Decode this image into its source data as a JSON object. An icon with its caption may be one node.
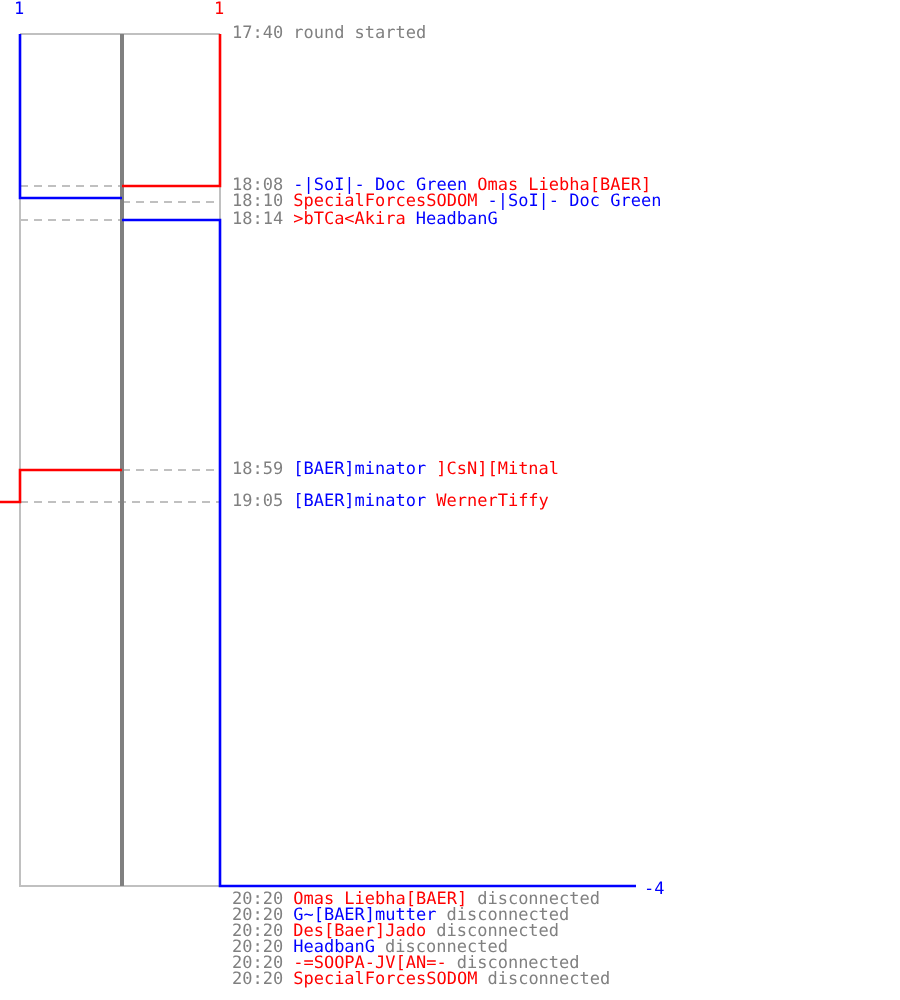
{
  "diagram": {
    "labels": [
      "1",
      "1",
      "17:40",
      "round started",
      "18:08",
      "-|SoI|- Doc Green",
      "Omas Liebha[BAER]",
      "18:10",
      "SpecialForcesSODOM",
      "-|SoI|- Doc Green",
      "18:14",
      ">bTCa<Akira",
      "HeadbanG",
      "18:59",
      "[BAER]minator",
      "]CsN][Mitnal",
      "19:05",
      "[BAER]minator",
      "WernerTiffy",
      "20:20",
      "Omas Liebha[BAER]",
      "disconnected",
      "-4",
      "20:20",
      "G~[BAER]mutter",
      "disconnected",
      "20:20",
      "Des[Baer]Jado",
      "disconnected",
      "20:20",
      "HeadbanG",
      "disconnected",
      "20:20",
      "-=SOOPA-JV[AN=-",
      "disconnected",
      "20:20",
      "SpecialForcesSODOM",
      "disconnected"
    ]
  }
}
